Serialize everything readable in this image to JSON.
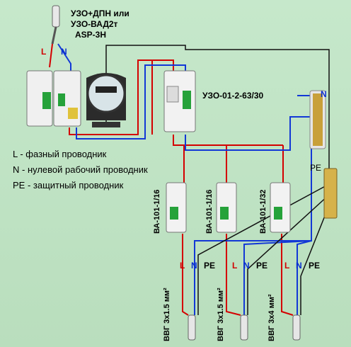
{
  "top_label": {
    "line1": "УЗО+ДПН или",
    "line2": "УЗО-ВАД2т",
    "line3": "ASP-3H"
  },
  "rcd_main_label": "УЗО-01-2-63/30",
  "legend": [
    "L - фазный проводник",
    "N - нулевой рабочий проводник",
    "PE - защитный проводник"
  ],
  "input_markers": {
    "l": "L",
    "n": "N"
  },
  "n_bus_label": "N",
  "pe_bus_label": "PE",
  "breakers": [
    {
      "name": "ВА-101-1/16",
      "cable": "ВВГ 3х1.5 мм²",
      "l": "L",
      "n": "N",
      "pe": "PE"
    },
    {
      "name": "ВА-101-1/16",
      "cable": "ВВГ 3х1.5 мм²",
      "l": "L",
      "n": "N",
      "pe": "PE"
    },
    {
      "name": "ВА-101-1/32",
      "cable": "ВВГ 3х4 мм²",
      "l": "L",
      "n": "N",
      "pe": "PE"
    }
  ],
  "colors": {
    "phase": "#d40000",
    "neutral": "#1238d6",
    "pe": "#111111",
    "device": "#f2f2f2"
  }
}
